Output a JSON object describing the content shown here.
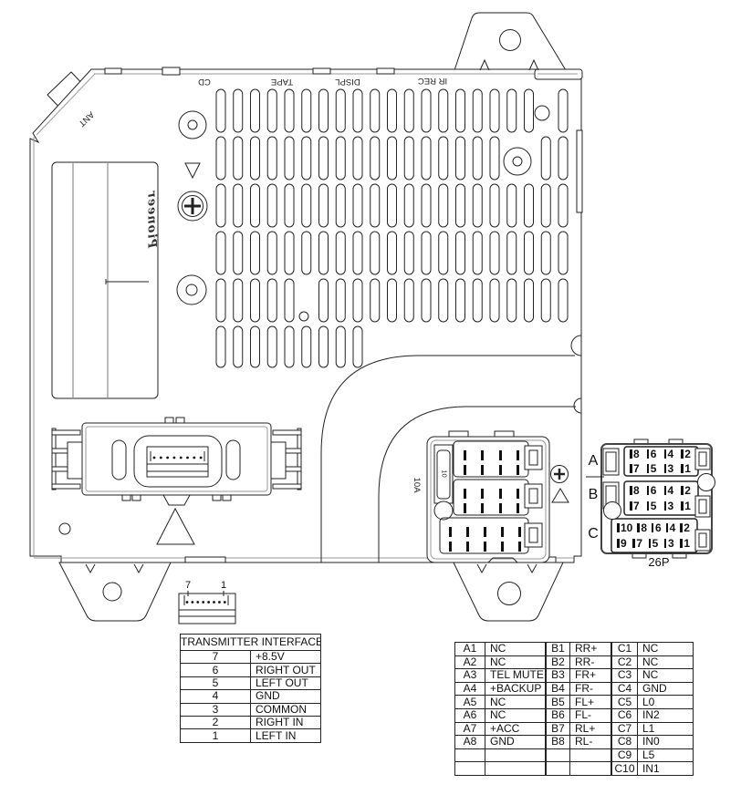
{
  "chassis": {
    "top_labels": [
      "CD",
      "TAPE",
      "DISPL",
      "IR REC"
    ],
    "ant_label": "ANT",
    "brand_logo": "Pioneer",
    "fuse_rating": "10A",
    "fuse_marking": "10"
  },
  "mini_connector": {
    "pin_left": "7",
    "pin_right": "1"
  },
  "transmitter_table": {
    "title": "TRANSMITTER INTERFACE",
    "rows": [
      {
        "pin": "7",
        "signal": "+8.5V"
      },
      {
        "pin": "6",
        "signal": "RIGHT OUT"
      },
      {
        "pin": "5",
        "signal": "LEFT OUT"
      },
      {
        "pin": "4",
        "signal": "GND"
      },
      {
        "pin": "3",
        "signal": "COMMON"
      },
      {
        "pin": "2",
        "signal": "RIGHT IN"
      },
      {
        "pin": "1",
        "signal": "LEFT IN"
      }
    ]
  },
  "connector_26p": {
    "label": "26P",
    "rows": [
      {
        "name": "A",
        "top_pins": [
          "8",
          "6",
          "4",
          "2"
        ],
        "bottom_pins": [
          "7",
          "5",
          "3",
          "1"
        ]
      },
      {
        "name": "B",
        "top_pins": [
          "8",
          "6",
          "4",
          "2"
        ],
        "bottom_pins": [
          "7",
          "5",
          "3",
          "1"
        ]
      },
      {
        "name": "C",
        "top_pins": [
          "10",
          "8",
          "6",
          "4",
          "2"
        ],
        "bottom_pins": [
          "9",
          "7",
          "5",
          "3",
          "1"
        ]
      }
    ]
  },
  "pin_tables": [
    {
      "rows": [
        [
          "A1",
          "NC"
        ],
        [
          "A2",
          "NC"
        ],
        [
          "A3",
          "TEL MUTE"
        ],
        [
          "A4",
          "+BACKUP"
        ],
        [
          "A5",
          "NC"
        ],
        [
          "A6",
          "NC"
        ],
        [
          "A7",
          "+ACC"
        ],
        [
          "A8",
          "GND"
        ],
        [
          "",
          ""
        ],
        [
          "",
          ""
        ]
      ]
    },
    {
      "rows": [
        [
          "B1",
          "RR+"
        ],
        [
          "B2",
          "RR-"
        ],
        [
          "B3",
          "FR+"
        ],
        [
          "B4",
          "FR-"
        ],
        [
          "B5",
          "FL+"
        ],
        [
          "B6",
          "FL-"
        ],
        [
          "B7",
          "RL+"
        ],
        [
          "B8",
          "RL-"
        ],
        [
          "",
          ""
        ],
        [
          "",
          ""
        ]
      ]
    },
    {
      "rows": [
        [
          "C1",
          "NC"
        ],
        [
          "C2",
          "NC"
        ],
        [
          "C3",
          "NC"
        ],
        [
          "C4",
          "GND"
        ],
        [
          "C5",
          "L0"
        ],
        [
          "C6",
          "IN2"
        ],
        [
          "C7",
          "L1"
        ],
        [
          "C8",
          "IN0"
        ],
        [
          "C9",
          "L5"
        ],
        [
          "C10",
          "IN1"
        ]
      ]
    }
  ]
}
